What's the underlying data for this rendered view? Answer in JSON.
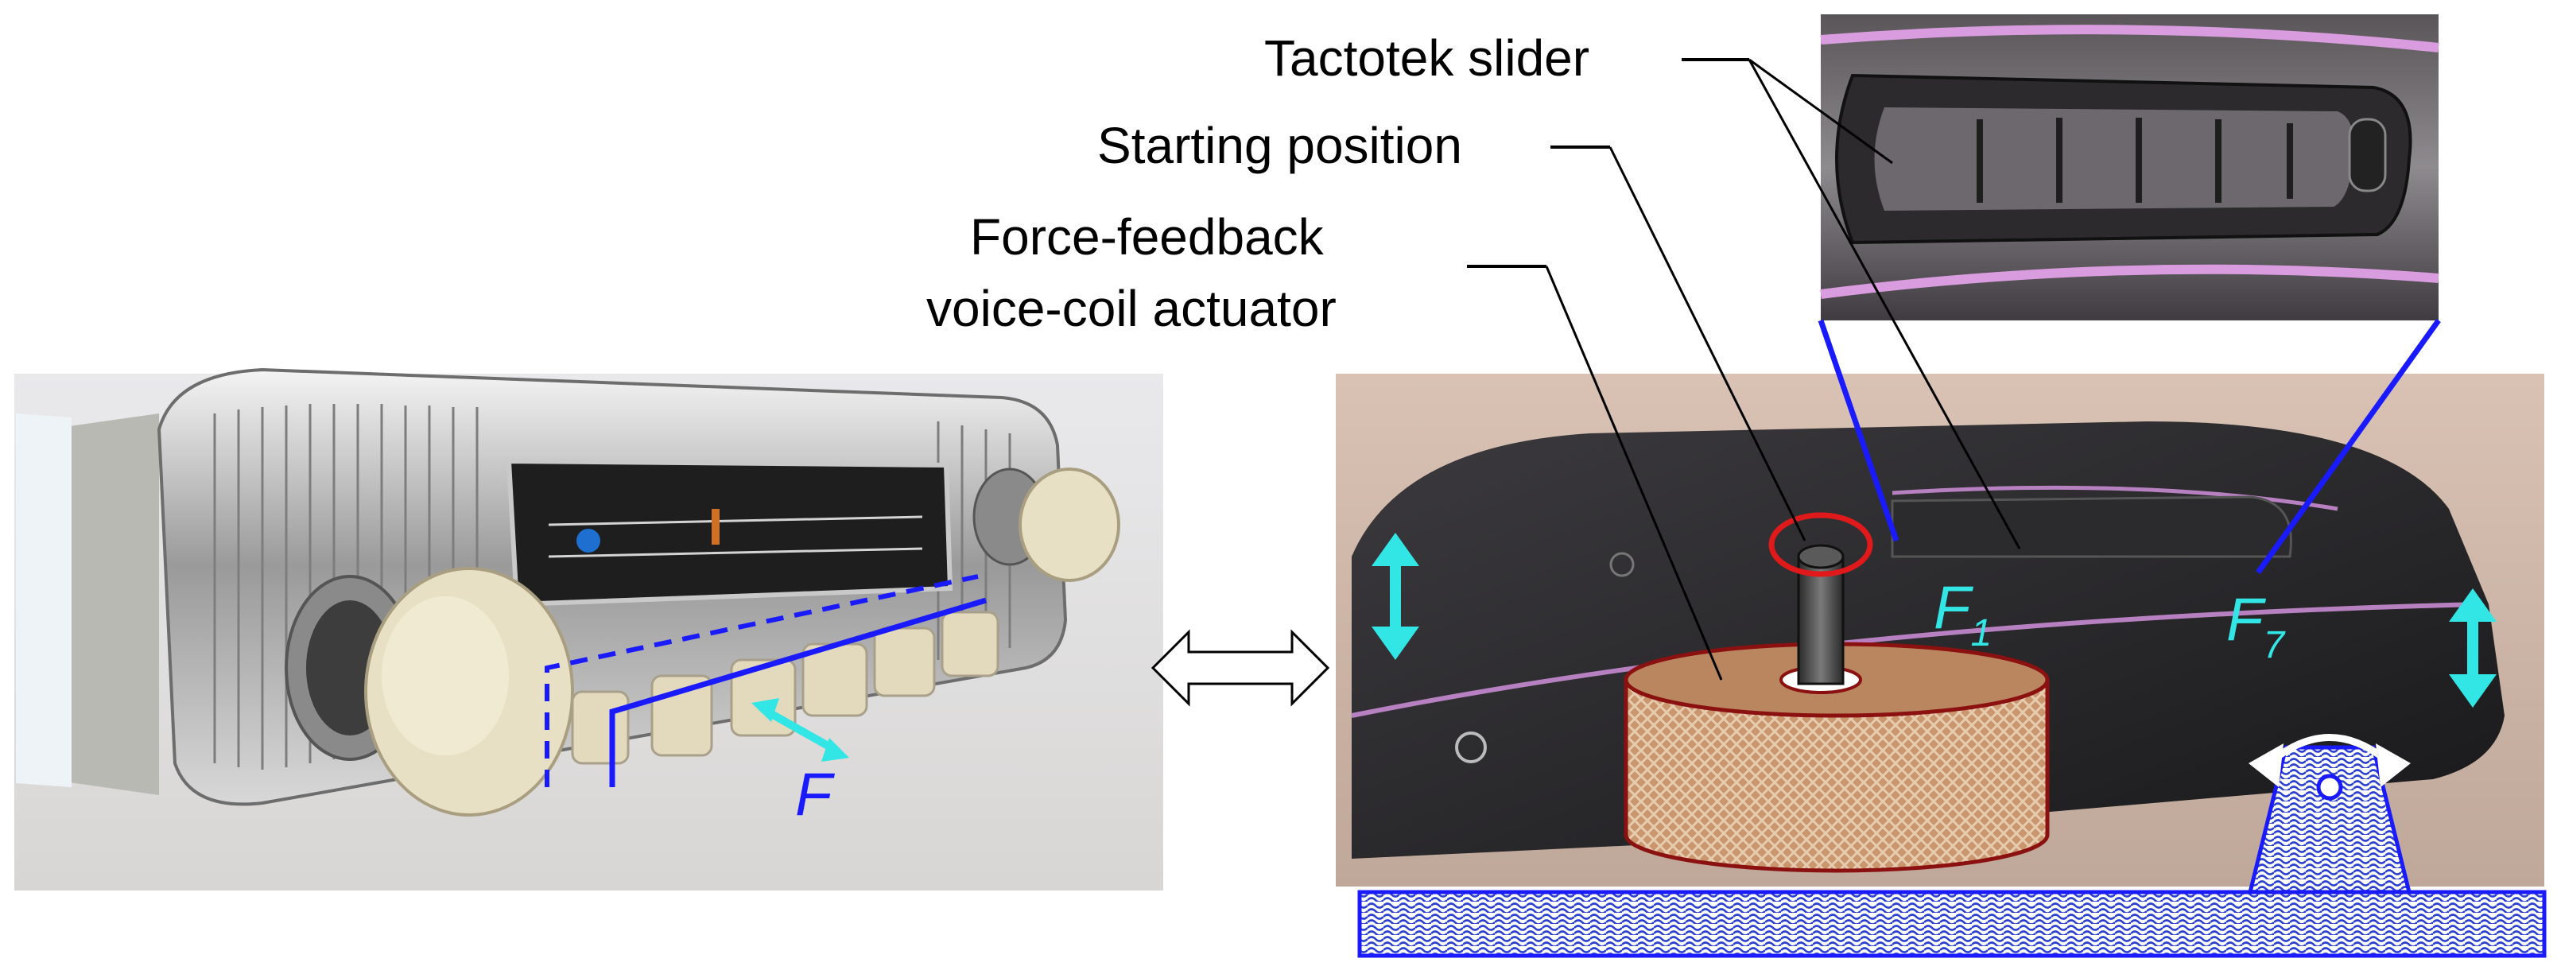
{
  "labels": {
    "slider": "Tactotek slider",
    "starting": "Starting position",
    "actuator_line1": "Force-feedback",
    "actuator_line2": "voice-coil actuator"
  },
  "forces": {
    "left": "F",
    "f1_main": "F",
    "f1_sub": "1",
    "f7_main": "F",
    "f7_sub": "7"
  },
  "colors": {
    "blue": "#1a1aff",
    "cyan": "#33e6e6",
    "red": "#e01a1a",
    "dark_red": "#8b1010",
    "tan": "#c9966e"
  }
}
